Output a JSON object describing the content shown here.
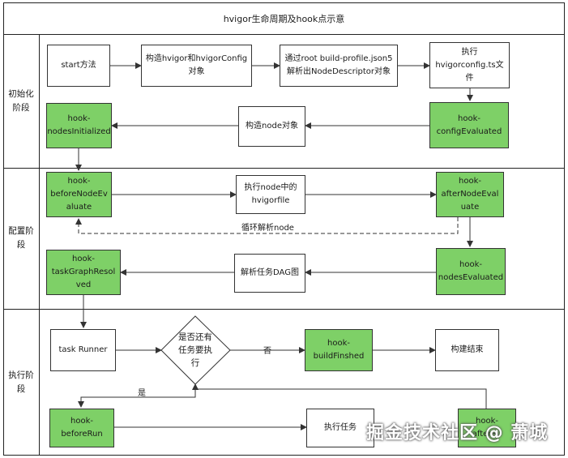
{
  "title": "hvigor生命周期及hook点示意",
  "lanes": {
    "init": "初始化\n阶段",
    "config": "配置阶\n段",
    "exec": "执行阶\n段"
  },
  "nodes": {
    "start": "start方法",
    "construct_hvigor": "构造hvigor和hvigorConfig\n对象",
    "parse_root": "通过root build-profile.json5\n解析出NodeDescriptor对象",
    "exec_config_ts": "执行\nhvigorconfig.ts文\n件",
    "config_evaluated": "hook-\nconfigEvaluated",
    "construct_node": "构造node对象",
    "nodes_initialized": "hook-\nnodesInitialized",
    "before_node_evaluate": "hook-\nbeforeNodeEv\naluate",
    "exec_node_hvigorfile": "执行node中的\nhvigorfile",
    "after_node_evaluate": "hook-\nafterNodeEval\nuate",
    "nodes_evaluated": "hook-\nnodesEvaluated",
    "parse_dag": "解析任务DAG图",
    "task_graph_resolved": "hook-\ntaskGraphResol\nved",
    "task_runner": "task Runner",
    "has_tasks": "是否还有\n任务要执\n行",
    "build_finished": "hook-\nbuildFinshed",
    "build_end": "构建结束",
    "before_run": "hook-\nbeforeRun",
    "exec_task": "执行任务",
    "after_run_partial": "hook-\nafterRu"
  },
  "edge_labels": {
    "loop": "循环解析node",
    "no": "否",
    "yes": "是"
  },
  "watermark": "掘金技术社区 @ 萧城",
  "colors": {
    "hook": "#7ed067",
    "line": "#333333"
  }
}
